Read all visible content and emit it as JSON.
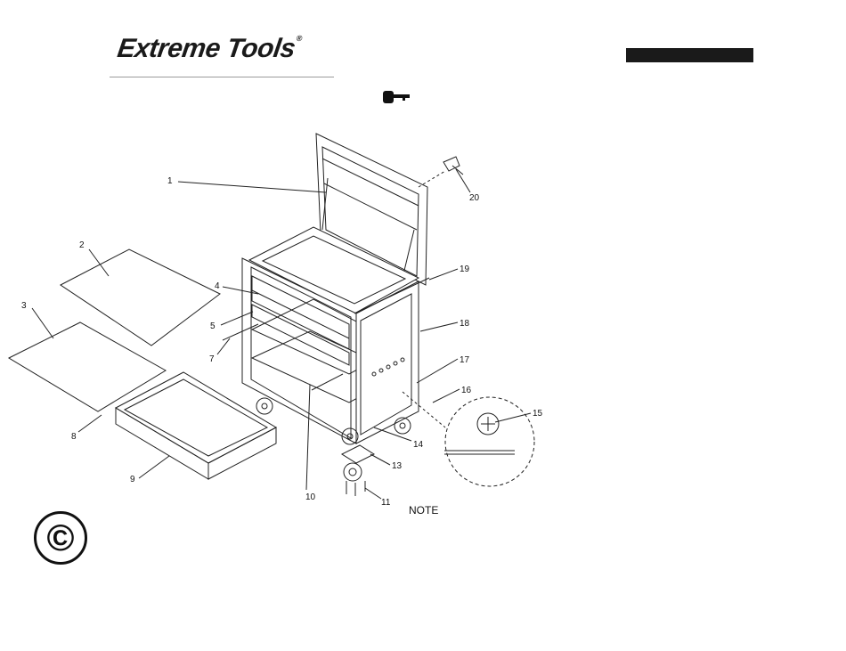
{
  "header": {
    "logo": "Extreme Tools",
    "logo_reg": "®"
  },
  "footer": {
    "copyright_symbol": "©",
    "note": "NOTE"
  },
  "callouts": [
    "1",
    "2",
    "3",
    "4",
    "5",
    "7",
    "8",
    "9",
    "10",
    "11",
    "13",
    "14",
    "15",
    "16",
    "17",
    "18",
    "19",
    "20"
  ],
  "icons": {
    "key": "key-icon"
  },
  "colors": {
    "ink": "#111111",
    "bar": "#1a1a1a"
  }
}
